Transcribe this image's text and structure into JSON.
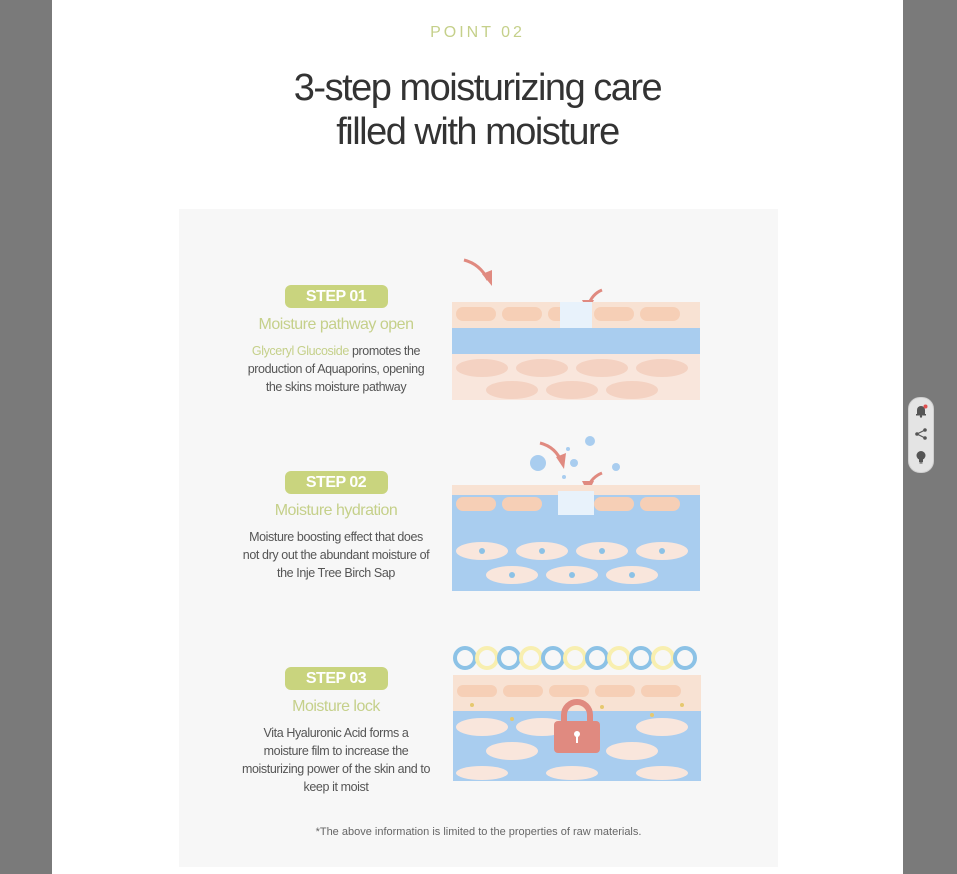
{
  "header": {
    "point_label": "POINT 02",
    "title_line1": "3-step moisturizing care",
    "title_line2": "filled with moisture"
  },
  "steps": [
    {
      "badge": "STEP 01",
      "heading": "Moisture pathway open",
      "highlight": "Glyceryl Glucoside",
      "desc_line1_rest": " promotes the",
      "desc_line2": "production of Aquaporins, opening",
      "desc_line3": "the skins moisture pathway"
    },
    {
      "badge": "STEP 02",
      "heading": "Moisture hydration",
      "desc_line1": "Moisture boosting effect that does",
      "desc_line2": "not dry out the abundant moisture of",
      "desc_line3": "the Inje Tree Birch Sap"
    },
    {
      "badge": "STEP 03",
      "heading": "Moisture lock",
      "desc_line1": "Vita Hyaluronic Acid  forms a",
      "desc_line2": "moisture film to increase the",
      "desc_line3": "moisturizing power of the skin and to",
      "desc_line4": "keep it moist"
    }
  ],
  "footnote": "*The above information is limited to the properties of raw materials.",
  "colors": {
    "accent_green": "#c9d47e",
    "skin_peach": "#f6d3bf",
    "water_blue": "#a9cdef",
    "arrow_red": "#e08a80",
    "ring_yellow": "#f8efb0",
    "ring_blue": "#8cc2e6"
  },
  "side_tools": [
    "bell-icon",
    "share-icon",
    "bulb-icon"
  ]
}
